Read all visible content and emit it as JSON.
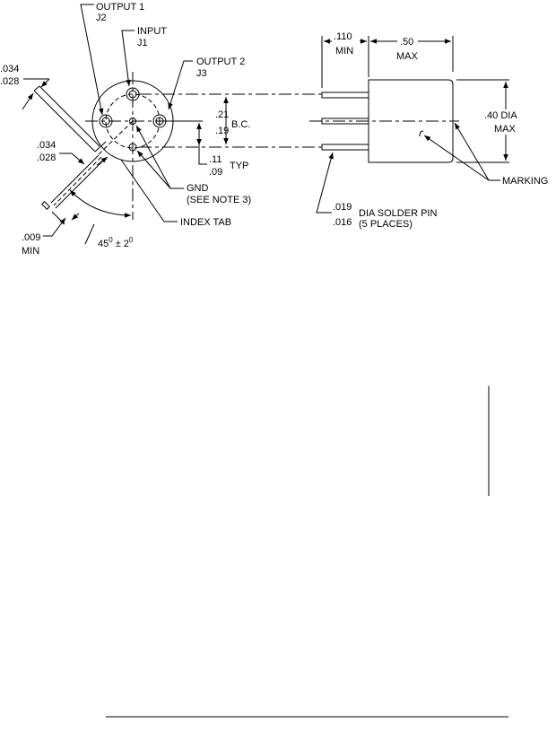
{
  "left_view": {
    "output1": "OUTPUT 1",
    "j2": "J2",
    "input": "INPUT",
    "j1": "J1",
    "output2": "OUTPUT 2",
    "j3": "J3",
    "tab_width_max": ".034",
    "tab_width_min": ".028",
    "tab_thick_max": ".034",
    "tab_thick_min": ".028",
    "bc_max": ".21",
    "bc_min": ".19",
    "bc_label": "B.C.",
    "typ_max": ".11",
    "typ_min": ".09",
    "typ_label": "TYP",
    "gnd": "GND",
    "gnd_note": "(SEE NOTE 3)",
    "index_tab": "INDEX TAB",
    "gap_value": ".009",
    "gap_min": "MIN",
    "angle": "45",
    "angle_tol": "± 2",
    "degree": "0"
  },
  "side_view": {
    "pin_len": ".110",
    "pin_len_min": "MIN",
    "body_len": ".50",
    "body_len_max": "MAX",
    "dia": ".40 DIA",
    "dia_max": "MAX",
    "marking": "MARKING",
    "pin_dia_max": ".019",
    "pin_dia_min": ".016",
    "pin_label": "DIA SOLDER PIN",
    "pin_places": "(5 PLACES)"
  }
}
